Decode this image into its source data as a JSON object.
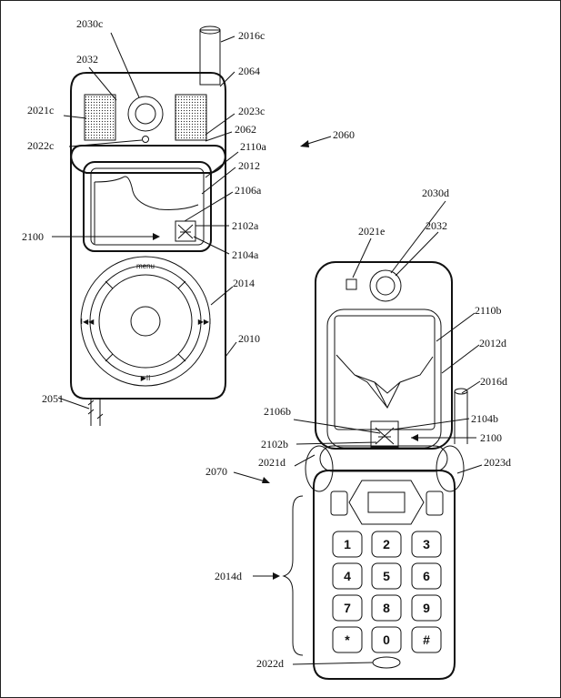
{
  "labels": {
    "l2030c": "2030c",
    "l2032a": "2032",
    "l2016c": "2016c",
    "l2064": "2064",
    "l2021c": "2021c",
    "l2023c": "2023c",
    "l2062": "2062",
    "l2022c": "2022c",
    "l2110a": "2110a",
    "l2060": "2060",
    "l2012": "2012",
    "l2106a": "2106a",
    "l2102a": "2102a",
    "l2100a": "2100",
    "l2104a": "2104a",
    "l2014": "2014",
    "l2010": "2010",
    "l2051": "2051",
    "l2030d": "2030d",
    "l2021e": "2021e",
    "l2032b": "2032",
    "l2110b": "2110b",
    "l2012d": "2012d",
    "l2016d": "2016d",
    "l2106b": "2106b",
    "l2104b": "2104b",
    "l2102b": "2102b",
    "l2100b": "2100",
    "l2070": "2070",
    "l2021d": "2021d",
    "l2023d": "2023d",
    "l2014d": "2014d",
    "l2022d": "2022d"
  },
  "wheel": {
    "menu": "menu",
    "play": "▶II",
    "prev": "I◀◀",
    "next": "▶▶I"
  },
  "keypad": [
    "1",
    "2",
    "3",
    "4",
    "5",
    "6",
    "7",
    "8",
    "9",
    "*",
    "0",
    "#"
  ]
}
